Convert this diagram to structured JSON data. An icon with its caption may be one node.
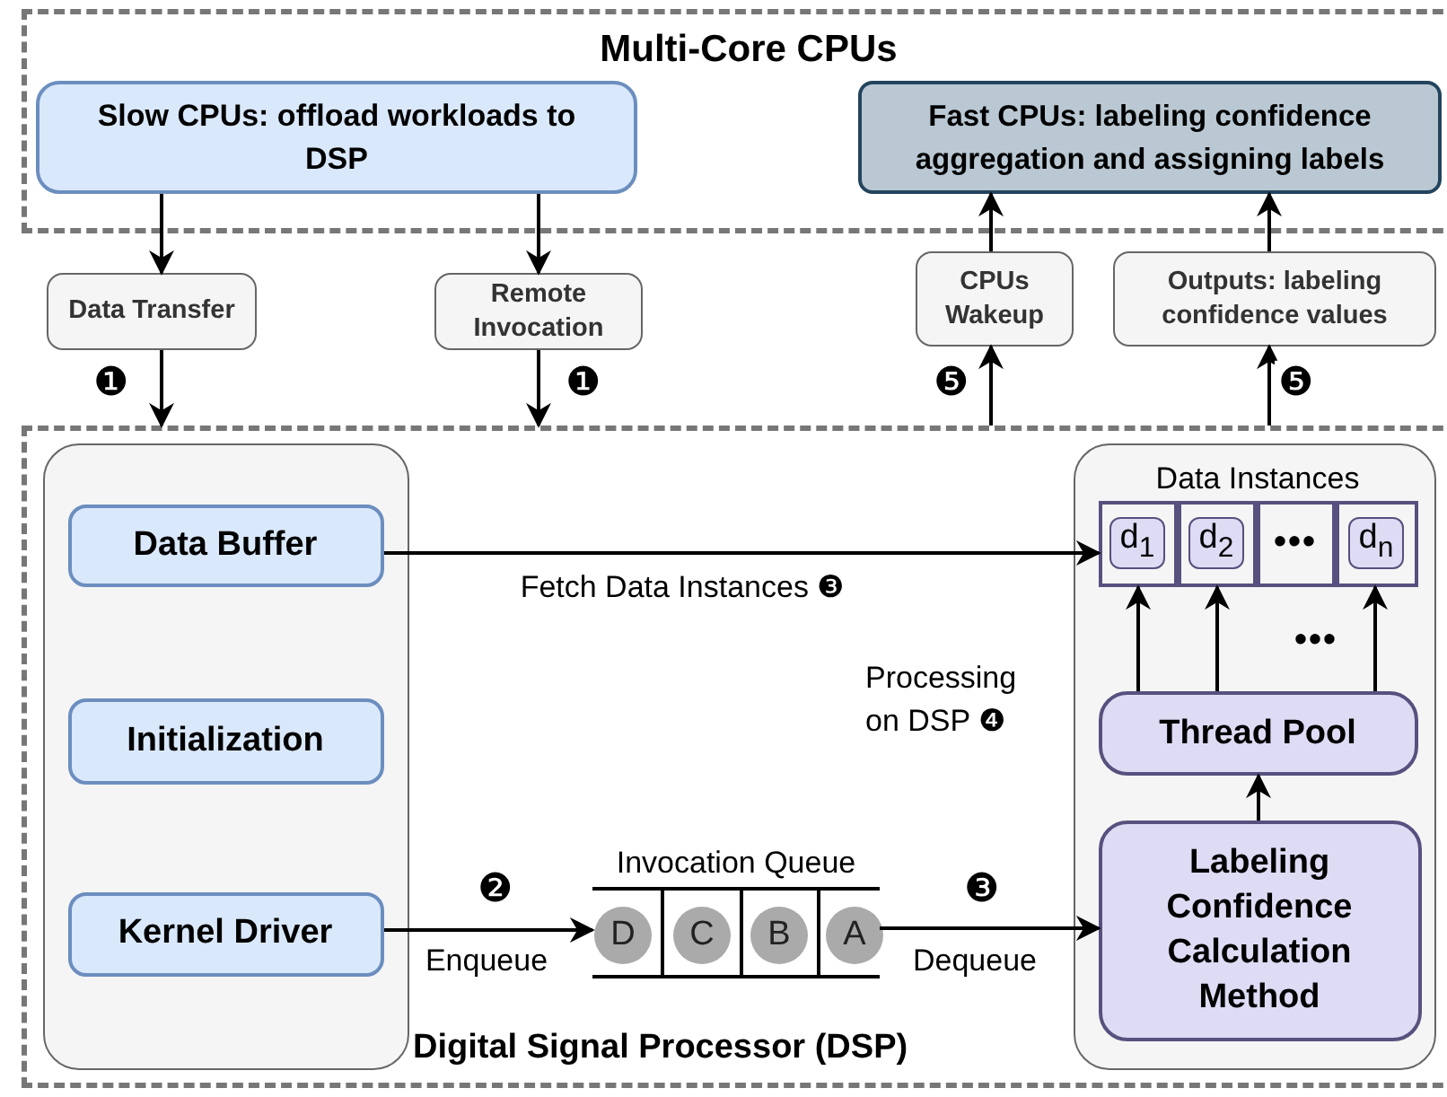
{
  "diagram": {
    "nodes": [
      {
        "text": [
          "Multi-Core CPUs"
        ]
      },
      {
        "text": [
          "Slow CPUs: offload workloads to DSP"
        ],
        "in": 0
      },
      {
        "text": [
          "Fast CPUs: labeling confidence aggregation and assigning labels"
        ],
        "in": 0
      },
      {
        "text": [
          "Data Transfer"
        ]
      },
      {
        "text": [
          "Remote Invocation"
        ]
      },
      {
        "text": [
          "CPUs Wakeup"
        ]
      },
      {
        "text": [
          "Outputs: labeling confidence values"
        ]
      },
      {
        "text": [
          "Digital Signal Processor (DSP)"
        ]
      },
      {
        "text": [],
        "shape": "box",
        "in": 7
      },
      {
        "text": [
          "Data Buffer"
        ],
        "in": 8
      },
      {
        "text": [
          "Initialization"
        ],
        "in": 8
      },
      {
        "text": [
          "Kernel Driver"
        ],
        "in": 8
      },
      {
        "text": [],
        "shape": "box",
        "in": 7
      },
      {
        "text": [
          "Data Instances"
        ],
        "in": 12
      },
      {
        "text": [
          "d$_{1}$"
        ],
        "in": 13
      },
      {
        "text": [
          "d$_{2}$"
        ],
        "in": 13
      },
      {
        "text": [
          "•••"
        ],
        "in": 13
      },
      {
        "text": [
          "d$_{n}$"
        ],
        "in": 13
      },
      {
        "text": [
          "Thread Pool"
        ],
        "in": 12
      },
      {
        "text": [
          "Labeling Confidence Calculation Method"
        ],
        "in": 12
      },
      {
        "text": [
          "Invocation Queue"
        ],
        "in": 7
      },
      {
        "text": [
          "D"
        ],
        "in": 20
      },
      {
        "text": [
          "C"
        ],
        "in": 20
      },
      {
        "text": [
          "B"
        ],
        "in": 20
      },
      {
        "text": [
          "A"
        ],
        "in": 20
      }
    ],
    "edges": [
      {
        "from": 1,
        "to": 3,
        "arrow": "to"
      },
      {
        "from": 3,
        "to": 7,
        "arrow": "to",
        "label": "❶"
      },
      {
        "from": 1,
        "to": 4,
        "arrow": "to"
      },
      {
        "from": 4,
        "to": 7,
        "arrow": "to",
        "label": "❶"
      },
      {
        "from": 7,
        "to": 5,
        "arrow": "to",
        "label": "❺"
      },
      {
        "from": 5,
        "to": 2,
        "arrow": "to"
      },
      {
        "from": 7,
        "to": 6,
        "arrow": "to",
        "label": "❺"
      },
      {
        "from": 6,
        "to": 2,
        "arrow": "to"
      },
      {
        "from": 9,
        "to": 13,
        "arrow": "to",
        "label": "Fetch Data Instances ❸"
      },
      {
        "from": 11,
        "to": 20,
        "arrow": "to",
        "label": "Enqueue"
      },
      {
        "from": 20,
        "to": 19,
        "arrow": "to",
        "label": "Dequeue"
      },
      {
        "from": 19,
        "to": 18,
        "arrow": "to"
      },
      {
        "from": 18,
        "to": 14,
        "arrow": "to"
      },
      {
        "from": 18,
        "to": 15,
        "arrow": "to"
      },
      {
        "from": 18,
        "to": 17,
        "arrow": "to"
      }
    ],
    "labels": [
      "•••",
      "Processing on DSP ❹",
      "❷",
      "❸"
    ]
  }
}
